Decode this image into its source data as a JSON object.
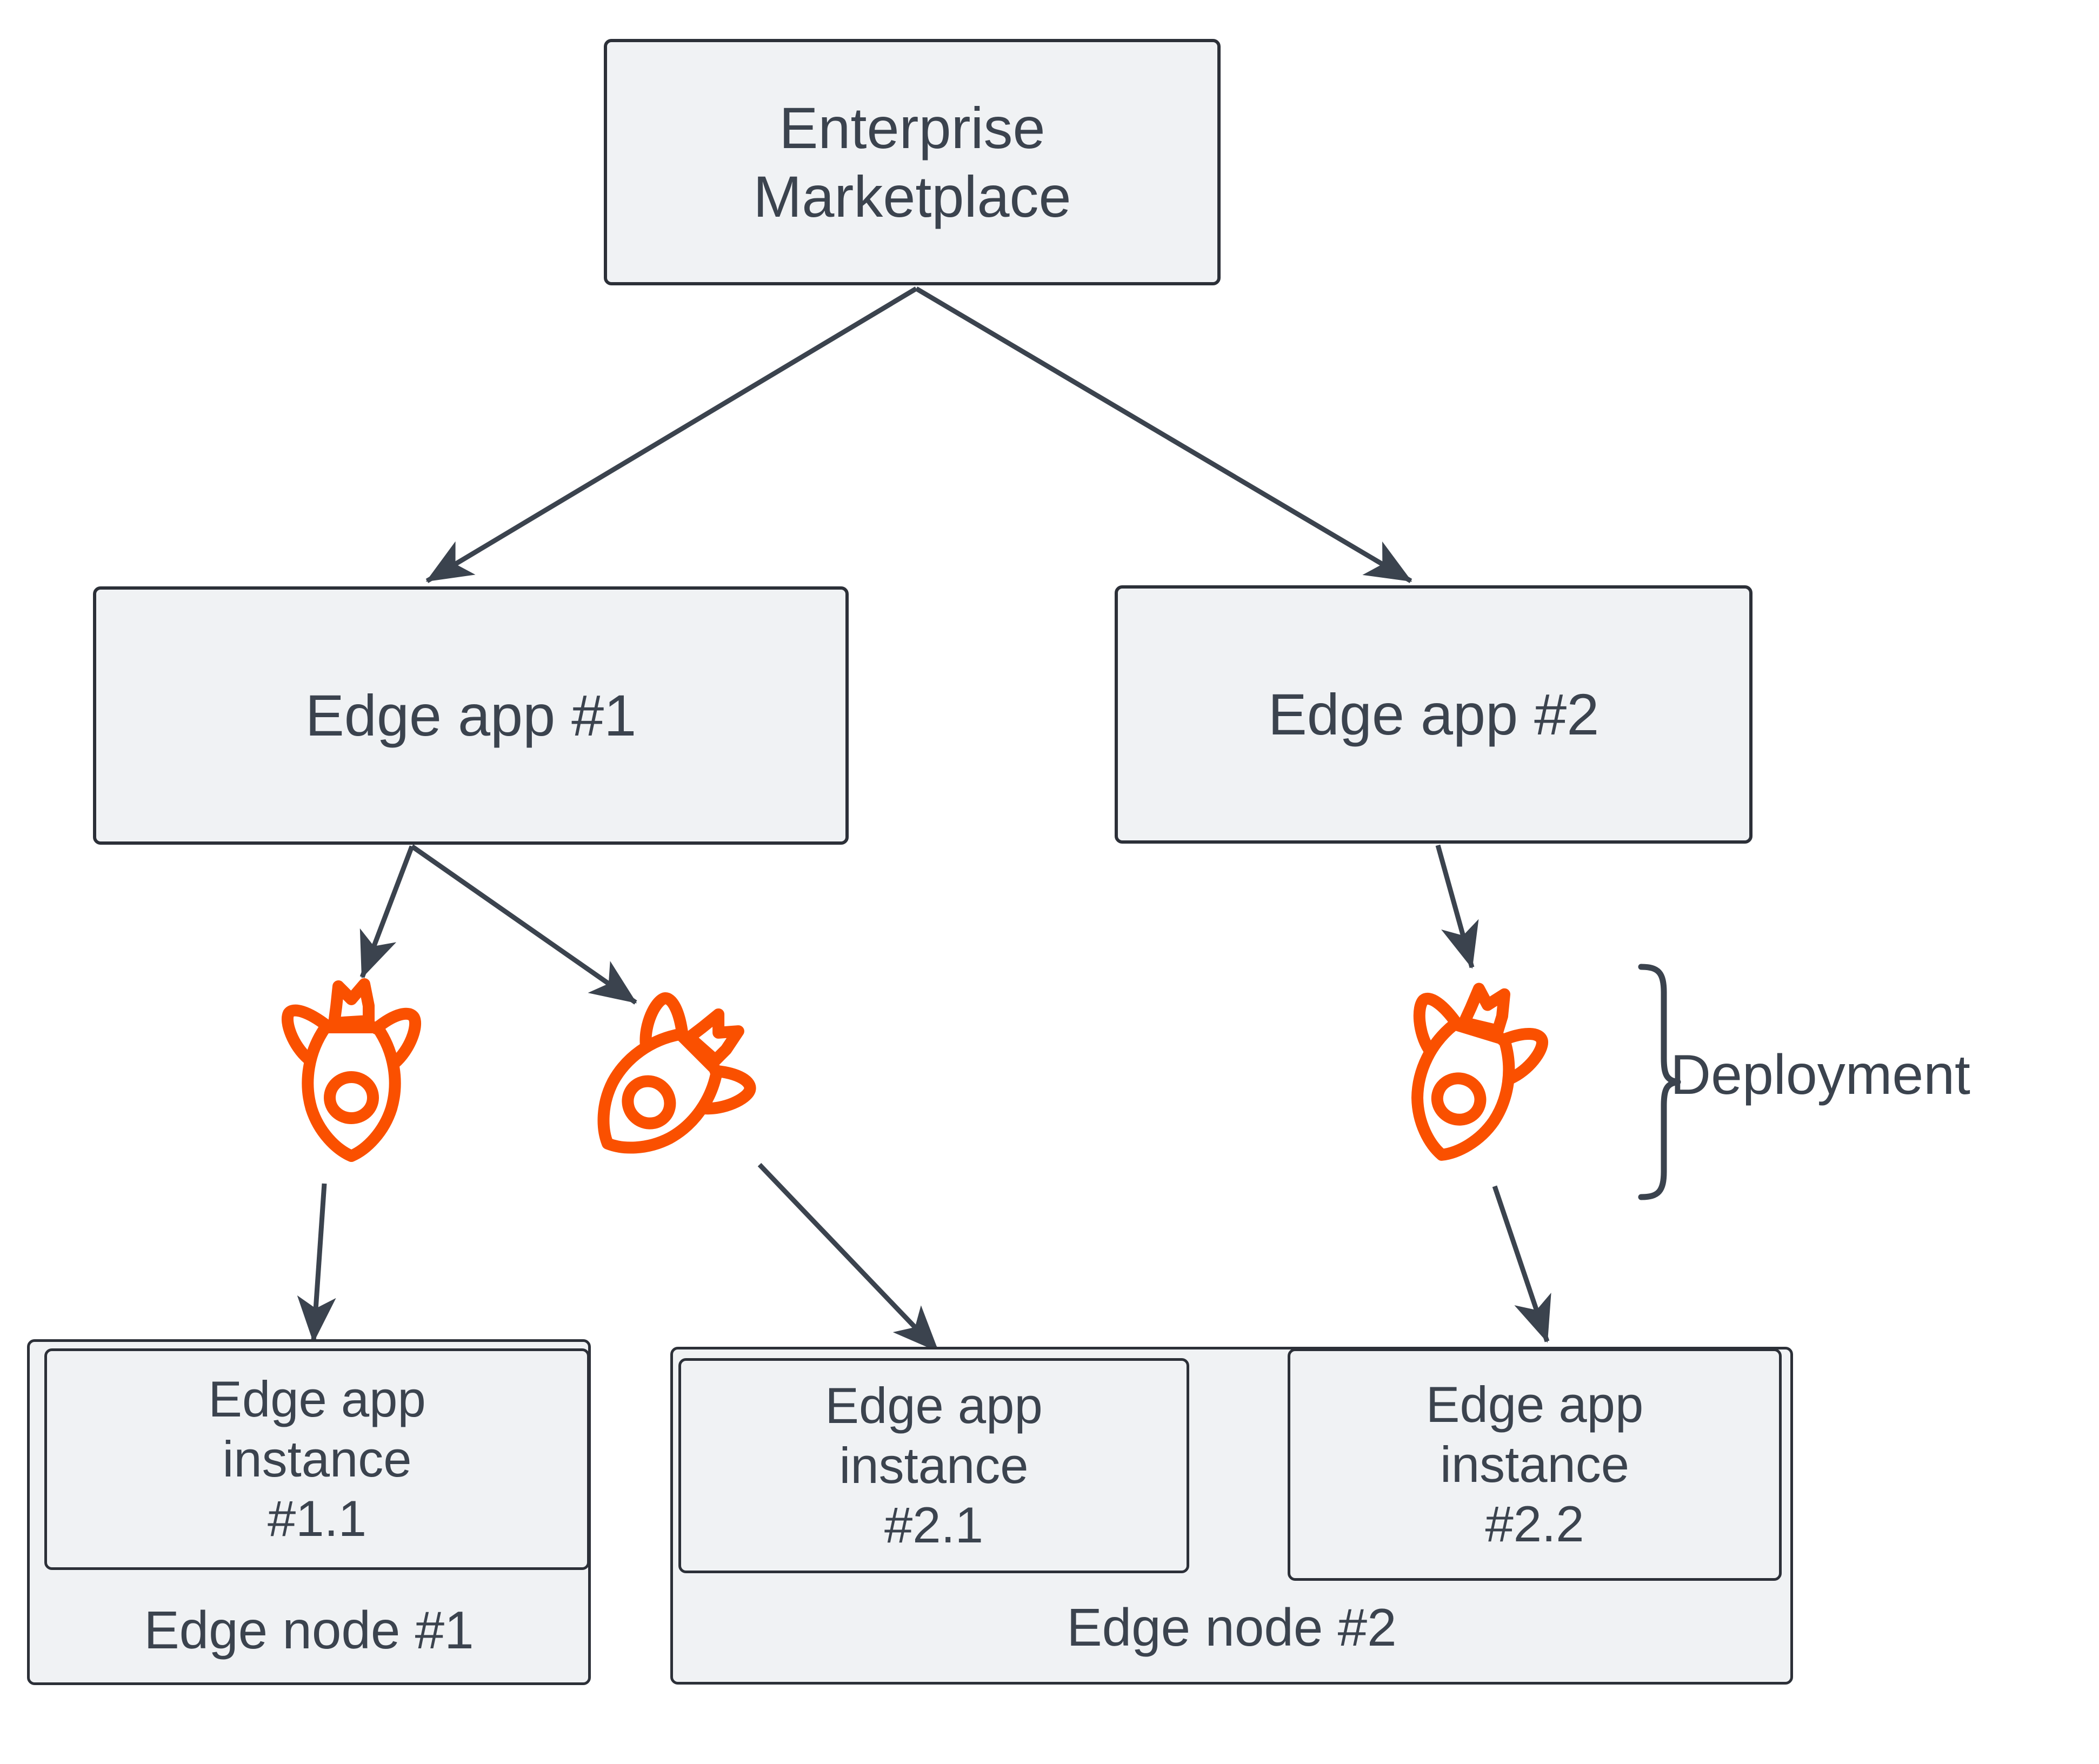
{
  "diagram": {
    "title_node": {
      "label": "Enterprise\nMarketplace",
      "name": "enterprise-marketplace"
    },
    "apps": [
      {
        "label": "Edge app #1",
        "name": "edge-app-1"
      },
      {
        "label": "Edge app #2",
        "name": "edge-app-2"
      }
    ],
    "deployments": [
      {
        "icon": "crowned-rocket-icon",
        "name": "deployment-1"
      },
      {
        "icon": "crowned-rocket-icon",
        "name": "deployment-2"
      },
      {
        "icon": "crowned-rocket-icon",
        "name": "deployment-3"
      }
    ],
    "legend": {
      "label": "Deployment",
      "bracket": "curly-brace-right"
    },
    "instances": [
      {
        "label": "Edge app\ninstance\n#1.1",
        "name": "edge-app-instance-1-1"
      },
      {
        "label": "Edge app\ninstance\n#2.1",
        "name": "edge-app-instance-2-1"
      },
      {
        "label": "Edge app\ninstance\n#2.2",
        "name": "edge-app-instance-2-2"
      }
    ],
    "nodes": [
      {
        "label": "Edge node #1",
        "name": "edge-node-1"
      },
      {
        "label": "Edge node #2",
        "name": "edge-node-2"
      }
    ],
    "colors": {
      "box_fill": "#f0f2f4",
      "box_stroke": "#2c3038",
      "text": "#3b434e",
      "accent_orange": "#fa5000",
      "background": "#ffffff"
    }
  }
}
